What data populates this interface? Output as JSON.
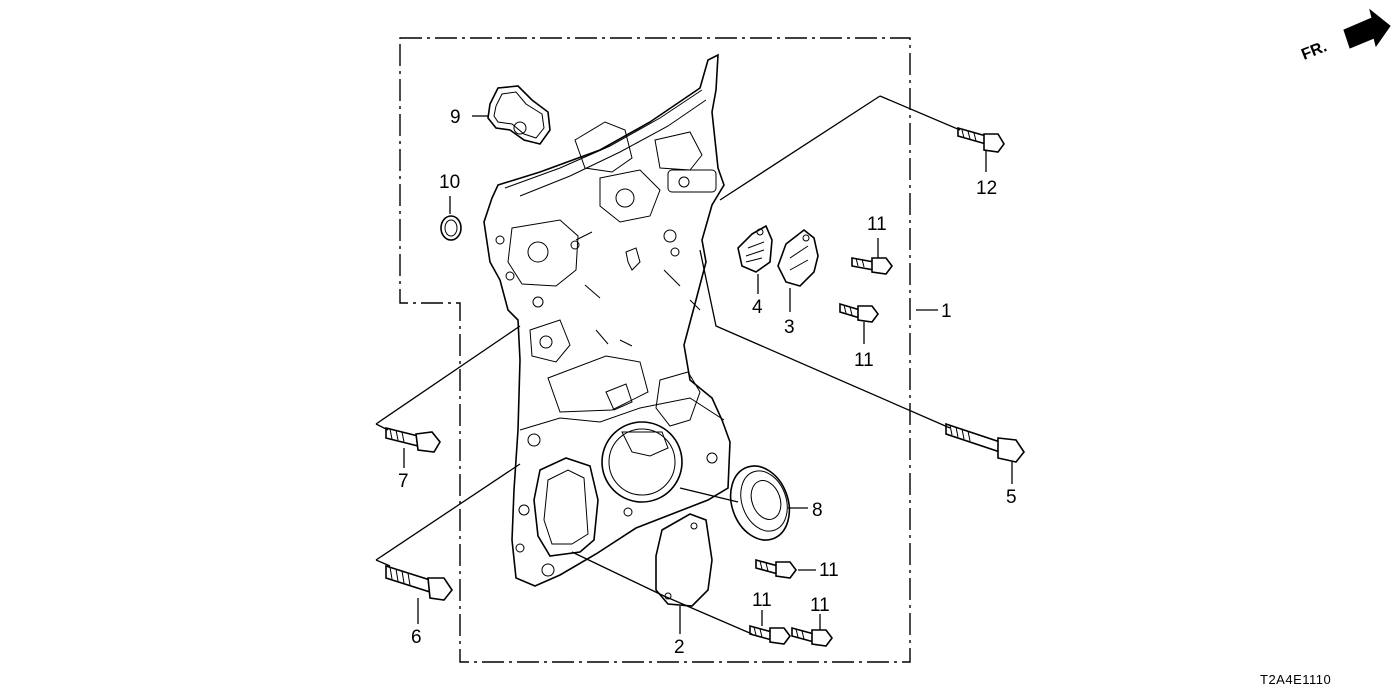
{
  "diagram": {
    "orientation_label": "FR.",
    "diagram_code": "T2A4E1110",
    "callouts": {
      "c1": "1",
      "c2": "2",
      "c3": "3",
      "c4": "4",
      "c5": "5",
      "c6": "6",
      "c7": "7",
      "c8": "8",
      "c9": "9",
      "c10": "10",
      "c11a": "11",
      "c11b": "11",
      "c11c": "11",
      "c11d": "11",
      "c11e": "11",
      "c12": "12"
    }
  }
}
